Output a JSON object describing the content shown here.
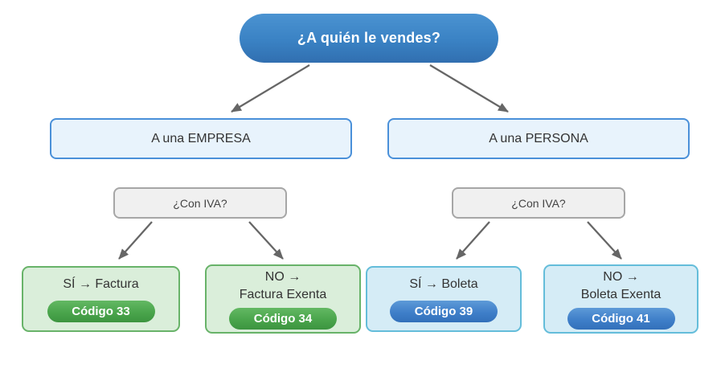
{
  "diagram": {
    "title": "¿A quién le vendes?",
    "branches": [
      {
        "label": "A una EMPRESA",
        "question": "¿Con IVA?",
        "outcomes": [
          {
            "line1": "SÍ → Factura",
            "code": "Código 33"
          },
          {
            "line1": "NO →",
            "line2": "Factura Exenta",
            "code": "Código 34"
          }
        ]
      },
      {
        "label": "A una PERSONA",
        "question": "¿Con IVA?",
        "outcomes": [
          {
            "line1": "SÍ → Boleta",
            "code": "Código 39"
          },
          {
            "line1": "NO →",
            "line2": "Boleta Exenta",
            "code": "Código 41"
          }
        ]
      }
    ],
    "colors": {
      "root_bg": "#3a82c4",
      "branch_bg": "#e8f3fc",
      "branch_border": "#4a90d9",
      "question_bg": "#f0f0f0",
      "question_border": "#a6a6a6",
      "factura_bg": "#daeeda",
      "factura_border": "#68b369",
      "factura_badge": "#4aa54c",
      "boleta_bg": "#d5ecf6",
      "boleta_border": "#64bdda",
      "boleta_badge": "#3f7fc9",
      "arrow": "#666666"
    }
  }
}
